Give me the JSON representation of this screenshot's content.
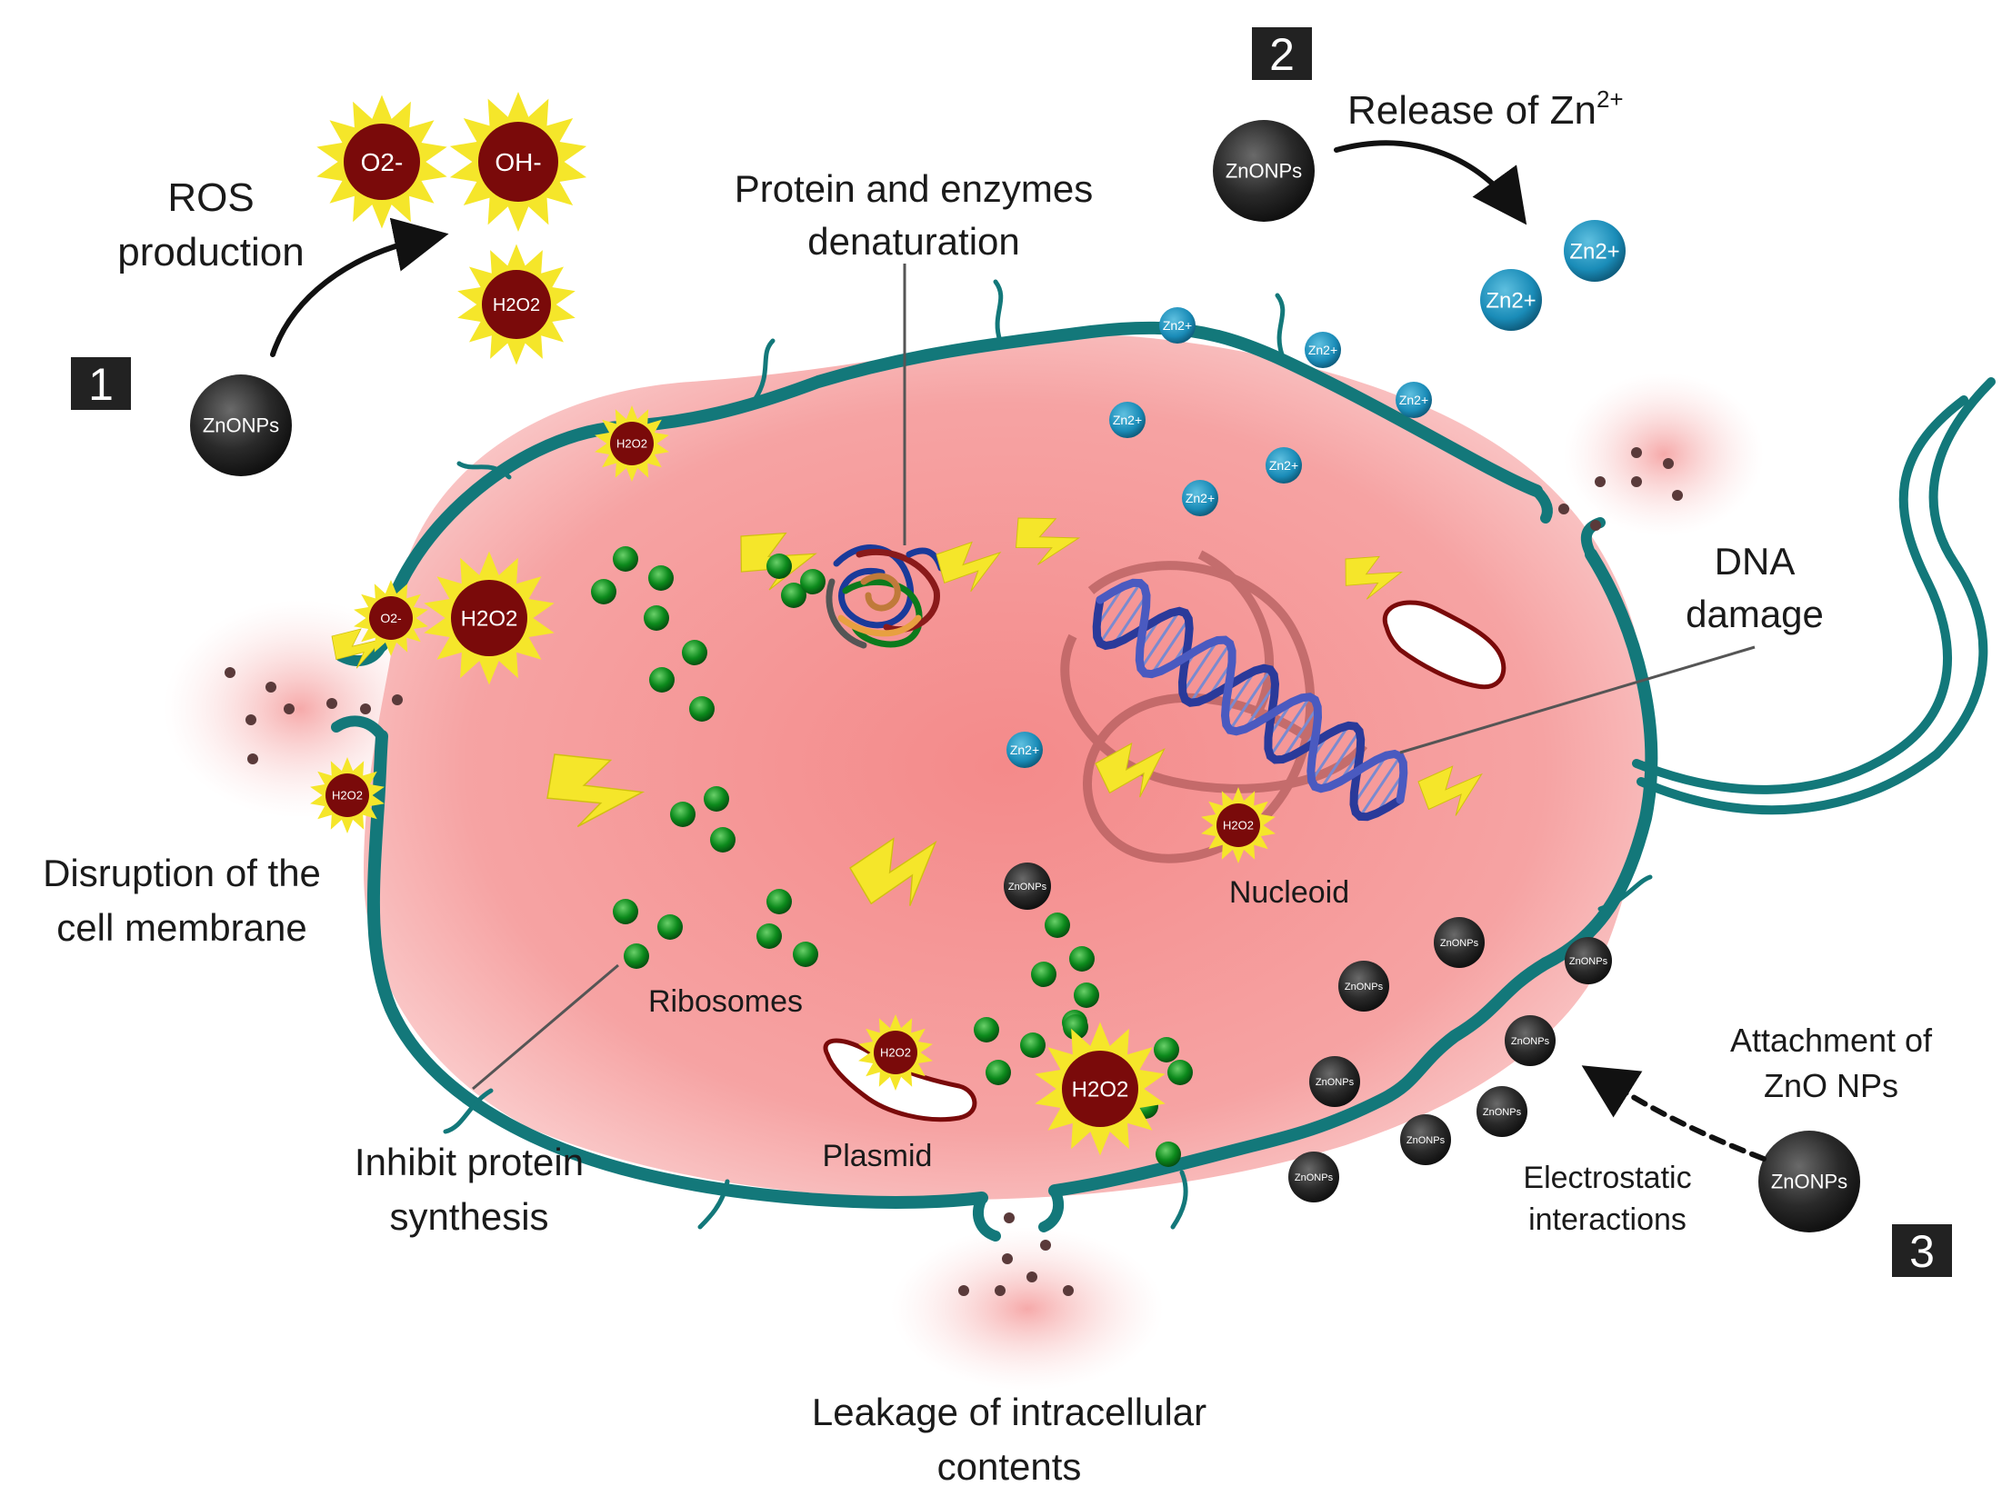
{
  "labels": {
    "ros": [
      "ROS",
      "production"
    ],
    "release": {
      "base": "Release of Zn",
      "sup": "2+"
    },
    "protein": [
      "Protein and enzymes",
      "denaturation"
    ],
    "dna": [
      "DNA",
      "damage"
    ],
    "disruption": [
      "Disruption of the",
      "cell membrane"
    ],
    "inhibit": [
      "Inhibit protein",
      "synthesis"
    ],
    "leakage": [
      "Leakage of intracellular",
      "contents"
    ],
    "attachment": [
      "Attachment of",
      "ZnO NPs"
    ],
    "electrostatic": [
      "Electrostatic",
      "interactions"
    ],
    "ribosomes": "Ribosomes",
    "plasmid": "Plasmid",
    "nucleoid": "Nucleoid"
  },
  "badges": [
    "1",
    "2",
    "3"
  ],
  "particle_labels": {
    "znonps": "ZnONPs",
    "zn_ion": "Zn2+",
    "h2o2": "H2O2",
    "o2": "O2-",
    "oh": "OH-"
  },
  "icons": [
    "zno-nanoparticle-icon",
    "zinc-ion-icon",
    "ros-burst-icon",
    "lightning-icon",
    "ribosome-icon",
    "dna-helix-icon",
    "plasmid-icon"
  ],
  "colors": {
    "membrane": "#13787a",
    "cytoplasm": "#f59a9a",
    "ribosome": "#0c7a1c",
    "ros_core": "#7a0a0a",
    "ros_burst": "#f5e62a",
    "zn_ion": "#1a8cb8",
    "nanoparticle": "#2a2a2a"
  }
}
